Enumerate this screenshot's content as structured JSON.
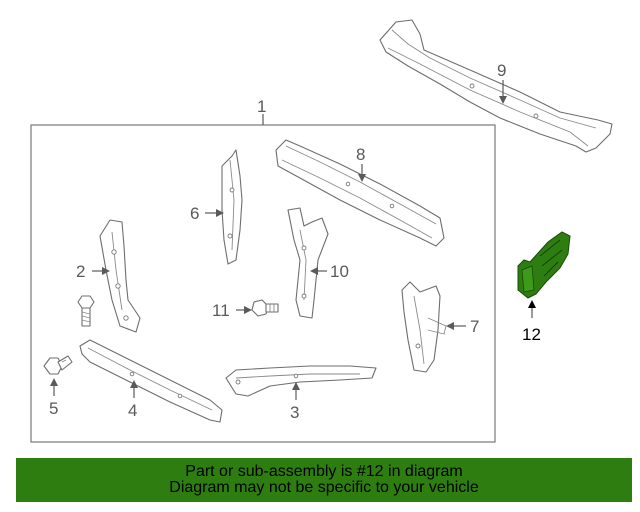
{
  "callouts": {
    "c1": "1",
    "c2": "2",
    "c3": "3",
    "c4": "4",
    "c5": "5",
    "c6": "6",
    "c7": "7",
    "c8": "8",
    "c9": "9",
    "c10": "10",
    "c11": "11",
    "c12": "12"
  },
  "banner": {
    "line1": "Part or sub-assembly is #12 in diagram",
    "line2": "Diagram may not be specific to your vehicle"
  },
  "colors": {
    "highlight_part": "#2e7d10",
    "banner_bg": "#2e7d10"
  }
}
